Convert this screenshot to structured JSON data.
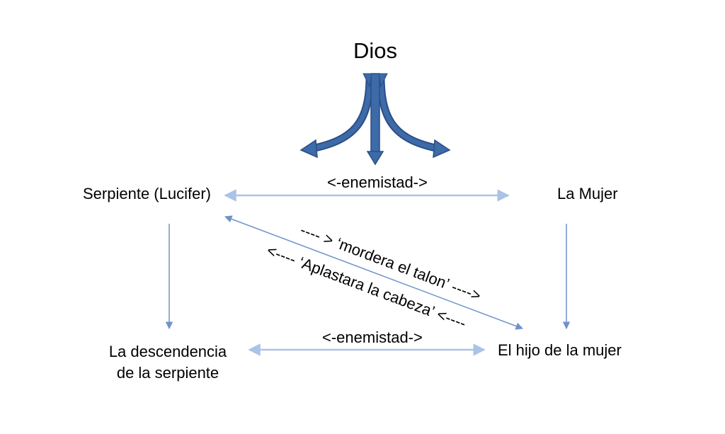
{
  "title": "Dios",
  "nodes": {
    "serpent": "Serpiente (Lucifer)",
    "woman": "La Mujer",
    "serpent_offspring_line1": "La descendencia",
    "serpent_offspring_line2": "de la serpiente",
    "woman_son": "El hijo de la mujer"
  },
  "relations": {
    "top_enmity": "<-enemistad->",
    "bottom_enmity": "<-enemistad->",
    "bite_heel": "---- > ‘mordera el talon’ ---->",
    "crush_head": "<---- ‘Aplastara la cabeza’ <----"
  },
  "colors": {
    "arrow_line": "#6f93c9",
    "arrow_light": "#aac3e6",
    "god_arrow": "#3d6aa8",
    "god_arrow_dark": "#2a4f85"
  }
}
